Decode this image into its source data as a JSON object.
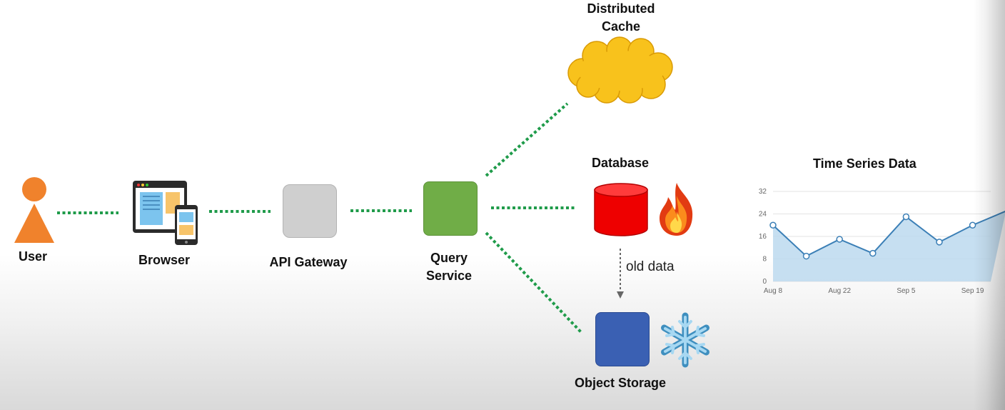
{
  "nodes": {
    "user": "User",
    "browser": "Browser",
    "api_gateway": "API Gateway",
    "query_service": [
      "Query",
      "Service"
    ],
    "cache": [
      "Distributed",
      "Cache"
    ],
    "database": "Database",
    "object_storage": "Object Storage"
  },
  "edge_labels": {
    "db_to_storage": "old data"
  },
  "icons": {
    "user": "person-icon",
    "browser": "browser-device-icon",
    "api_gateway": "gateway-box-icon",
    "query_service": "service-box-icon",
    "cache": "cloud-icon",
    "database": "database-cylinder-icon",
    "hot": "flame-icon",
    "cold": "snowflake-icon"
  },
  "colors": {
    "user": "#f0822c",
    "gateway": "#cfcfcf",
    "service": "#70ad47",
    "cache": "#f8c21c",
    "database": "#ee0000",
    "storage": "#3a60b3",
    "connector": "#1f9b4a",
    "chart_line": "#3b7fb6",
    "chart_fill": "#bcd9ee"
  },
  "chart_data": {
    "type": "area",
    "title": "Time Series Data",
    "x_tick_labels": [
      "Aug 8",
      "Aug 22",
      "Sep 5",
      "Sep 19"
    ],
    "y_ticks": [
      0,
      8,
      16,
      24,
      32
    ],
    "ylim": [
      0,
      32
    ],
    "x": [
      "Aug 8",
      "Aug 15",
      "Aug 22",
      "Aug 29",
      "Sep 5",
      "Sep 12",
      "Sep 19",
      "Sep 26"
    ],
    "series": [
      {
        "values": [
          20,
          9,
          15,
          10,
          23,
          14,
          20,
          25
        ]
      }
    ],
    "grid": true
  }
}
